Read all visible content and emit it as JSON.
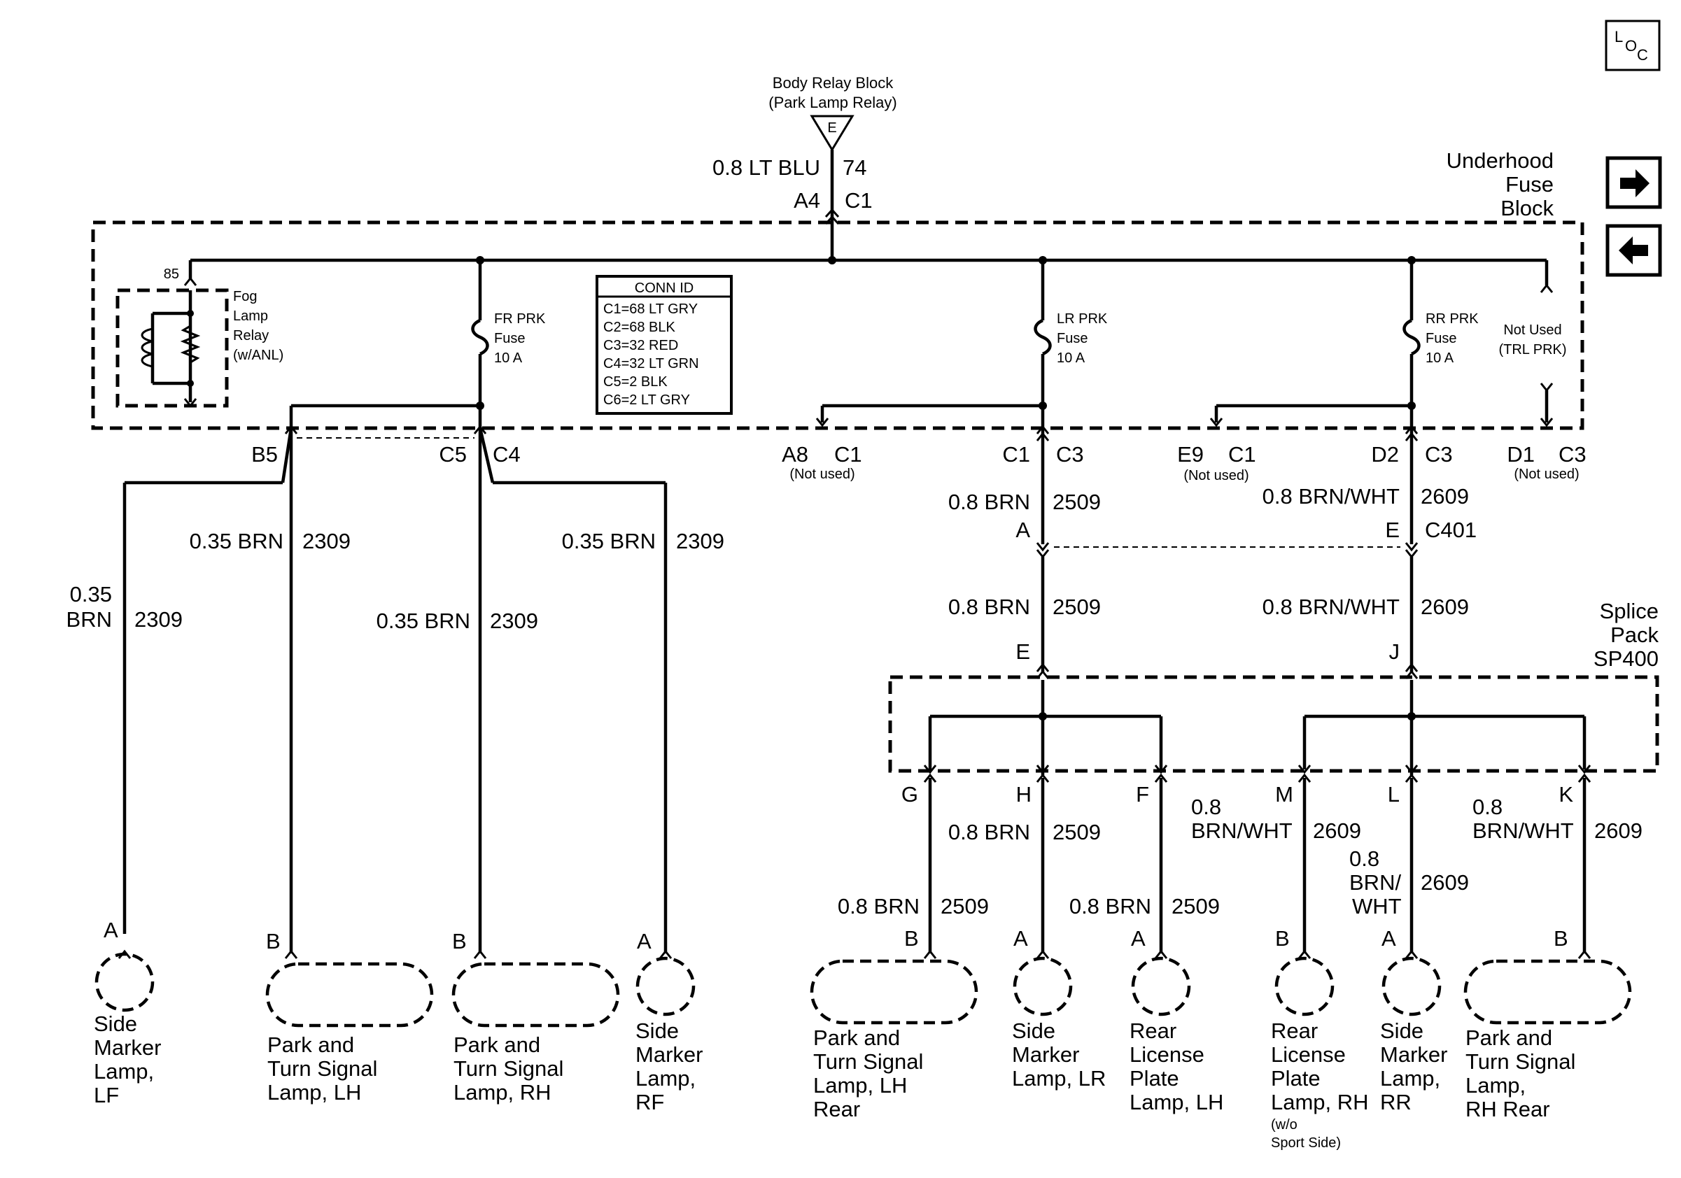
{
  "loc_badge": {
    "l": "L",
    "o": "O",
    "c": "C"
  },
  "nav": {
    "forward_icon": "right-arrow-icon",
    "back_icon": "left-arrow-icon"
  },
  "source": {
    "line1": "Body Relay Block",
    "line2": "(Park Lamp Relay)",
    "terminal": "E",
    "wire": "0.8 LT BLU",
    "circuit": "74",
    "pin": "A4",
    "conn": "C1"
  },
  "fuse_block": {
    "line1": "Underhood",
    "line2": "Fuse",
    "line3": "Block"
  },
  "relay": {
    "pin": "85",
    "line1": "Fog",
    "line2": "Lamp",
    "line3": "Relay",
    "line4": "(w/ANL)"
  },
  "fuses": [
    {
      "line1": "FR PRK",
      "line2": "Fuse",
      "line3": "10 A"
    },
    {
      "line1": "LR PRK",
      "line2": "Fuse",
      "line3": "10 A"
    },
    {
      "line1": "RR PRK",
      "line2": "Fuse",
      "line3": "10 A"
    }
  ],
  "not_used": {
    "line1": "Not Used",
    "line2": "(TRL PRK)"
  },
  "conn_id": {
    "title": "CONN ID",
    "rows": [
      "C1=68 LT GRY",
      "C2=68 BLK",
      "C3=32 RED",
      "C4=32 LT GRN",
      "C5=2 BLK",
      "C6=2 LT GRY"
    ]
  },
  "outputs": {
    "b5": "B5",
    "c5": "C5",
    "c4": "C4",
    "a8": "A8",
    "a8_conn": "C1",
    "a8_note": "(Not used)",
    "c1": "C1",
    "c1_conn": "C3",
    "e9": "E9",
    "e9_conn": "C1",
    "e9_note": "(Not used)",
    "d2": "D2",
    "d2_conn": "C3",
    "d1": "D1",
    "d1_conn": "C3",
    "d1_note": "(Not used)"
  },
  "wires": {
    "brn035": "0.35 BRN",
    "brn035_a": "0.35",
    "brn035_b": "BRN",
    "c2309": "2309",
    "brn08": "0.8 BRN",
    "c2509": "2509",
    "brnwht08": "0.8 BRN/WHT",
    "c2609": "2609",
    "brnwht_a": "0.8",
    "brnwht_b": "BRN/WHT",
    "brnwht_c": "BRN/",
    "brnwht_d": "WHT"
  },
  "c401": {
    "pin_a": "A",
    "pin_e": "E",
    "name": "C401"
  },
  "splice": {
    "line1": "Splice",
    "line2": "Pack",
    "line3": "SP400",
    "in_e": "E",
    "in_j": "J",
    "out": [
      "G",
      "H",
      "F",
      "M",
      "L",
      "K"
    ]
  },
  "lamps": [
    {
      "pin": "A",
      "lines": [
        "Side",
        "Marker",
        "Lamp,",
        "LF"
      ]
    },
    {
      "pin": "B",
      "lines": [
        "Park and",
        "Turn Signal",
        "Lamp, LH"
      ]
    },
    {
      "pin": "B",
      "lines": [
        "Park and",
        "Turn Signal",
        "Lamp, RH"
      ]
    },
    {
      "pin": "A",
      "lines": [
        "Side",
        "Marker",
        "Lamp,",
        "RF"
      ]
    },
    {
      "pin": "B",
      "lines": [
        "Park and",
        "Turn Signal",
        "Lamp, LH",
        "Rear"
      ]
    },
    {
      "pin": "A",
      "lines": [
        "Side",
        "Marker",
        "Lamp, LR"
      ]
    },
    {
      "pin": "A",
      "lines": [
        "Rear",
        "License",
        "Plate",
        "Lamp, LH"
      ]
    },
    {
      "pin": "B",
      "lines": [
        "Rear",
        "License",
        "Plate",
        "Lamp, RH"
      ],
      "note1": "(w/o",
      "note2": "Sport Side)"
    },
    {
      "pin": "A",
      "lines": [
        "Side",
        "Marker",
        "Lamp,",
        "RR"
      ]
    },
    {
      "pin": "B",
      "lines": [
        "Park and",
        "Turn Signal",
        "Lamp,",
        "RH Rear"
      ]
    }
  ]
}
